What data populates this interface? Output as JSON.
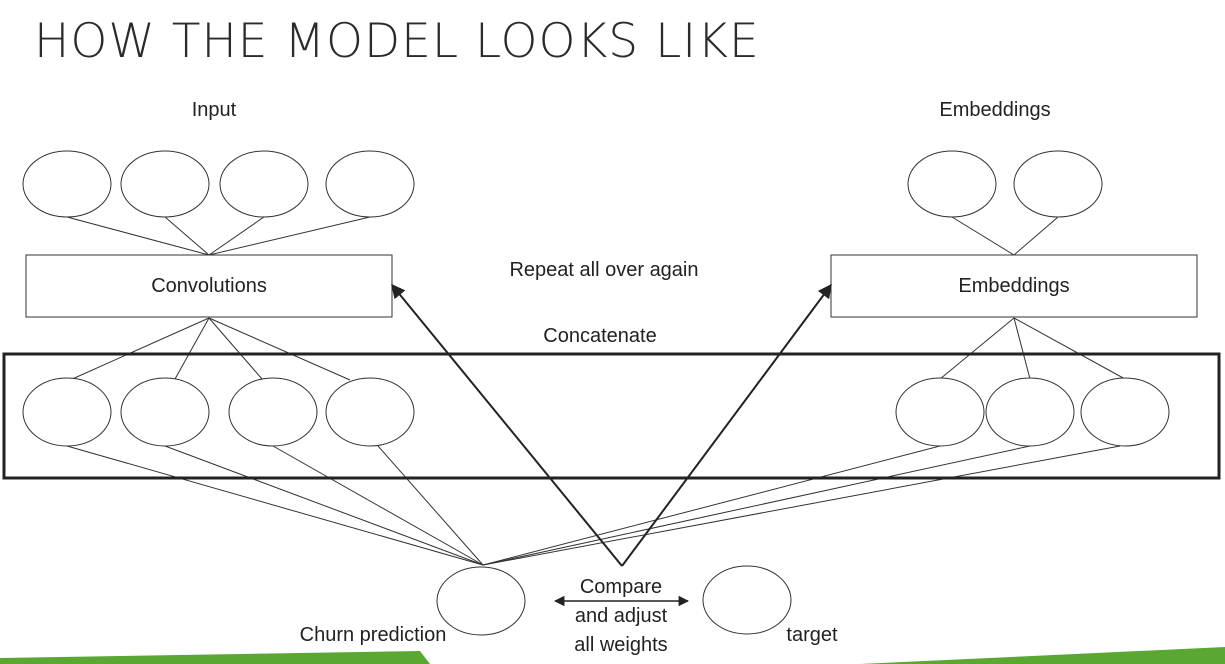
{
  "slide": {
    "title": "HOW THE MODEL LOOKS LIKE"
  },
  "labels": {
    "input": "Input",
    "embeddings_top": "Embeddings",
    "convolutions": "Convolutions",
    "embeddings_box": "Embeddings",
    "repeat": "Repeat all over again",
    "concatenate": "Concatenate",
    "churn_prediction": "Churn prediction",
    "compare_line1": "Compare",
    "compare_line2": "and adjust",
    "compare_line3": "all weights",
    "target": "target"
  },
  "colors": {
    "line": "#333333",
    "accent_green": "#5aa832"
  }
}
